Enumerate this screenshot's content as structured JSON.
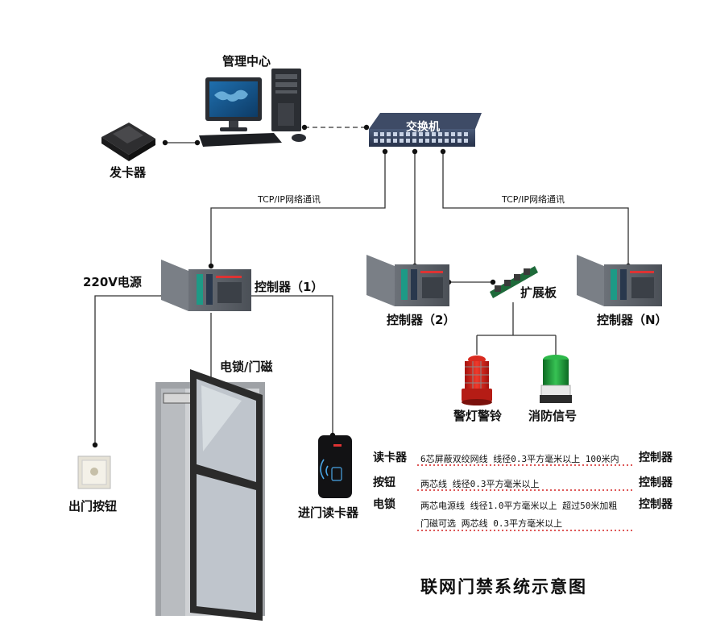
{
  "diagram": {
    "caption": "联网门禁系统示意图",
    "nodes": {
      "management_center": "管理中心",
      "switch": "交换机",
      "card_issuer": "发卡器",
      "controller_1": "控制器（1）",
      "controller_2": "控制器（2）",
      "controller_n": "控制器（N）",
      "power": "220V电源",
      "lock": "电锁/门磁",
      "exit_button": "出门按钮",
      "entry_reader": "进门读卡器",
      "expansion_board": "扩展板",
      "alarm_lamp": "警灯警铃",
      "fire_signal": "消防信号"
    },
    "links": {
      "tcp_left": "TCP/IP网络通讯",
      "tcp_right": "TCP/IP网络通讯"
    },
    "legend": [
      {
        "from": "读卡器",
        "spec": "6芯屏蔽双绞网线 线径0.3平方毫米以上 100米内",
        "to": "控制器"
      },
      {
        "from": "按钮",
        "spec": "两芯线 线径0.3平方毫米以上",
        "to": "控制器"
      },
      {
        "from": "电锁",
        "spec": "两芯电源线 线径1.0平方毫米以上 超过50米加粗",
        "to": "控制器",
        "extra": "门磁可选 两芯线 0.3平方毫米以上"
      }
    ],
    "colors": {
      "line": "#333333",
      "legend_dots": "#d42020",
      "device_gray": "#5a5f66",
      "alarm_red": "#d8281e",
      "fire_green": "#1f9a36"
    }
  }
}
